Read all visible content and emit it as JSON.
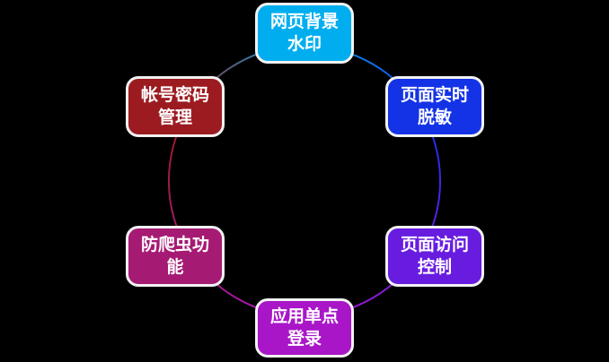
{
  "background_color": "#000000",
  "diagram": {
    "type": "cycle",
    "text_color": "#FFFFFF",
    "node_border_color": "#F2F2F2",
    "nodes": [
      {
        "label": "网页背景水印",
        "line1": "网页背景",
        "line2": "水印",
        "color": "#00AEEF"
      },
      {
        "label": "页面实时脱敏",
        "line1": "页面实时",
        "line2": "脱敏",
        "color": "#1433E6"
      },
      {
        "label": "页面访问控制",
        "line1": "页面访问",
        "line2": "控制",
        "color": "#681CE0"
      },
      {
        "label": "应用单点登录",
        "line1": "应用单点",
        "line2": "登录",
        "color": "#A816C8"
      },
      {
        "label": "防爬虫功能",
        "line1": "防爬虫功",
        "line2": "能",
        "color": "#A51A73"
      },
      {
        "label": "帐号密码管理",
        "line1": "帐号密码",
        "line2": "管理",
        "color": "#9C1B20"
      }
    ]
  }
}
